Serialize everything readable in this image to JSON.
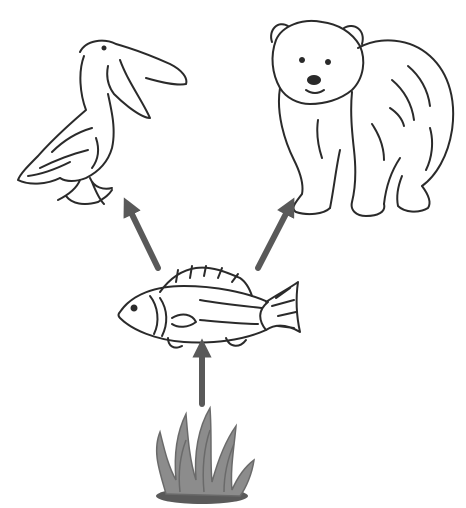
{
  "diagram": {
    "type": "food-web",
    "organisms": [
      {
        "id": "pelican",
        "icon": "pelican-icon"
      },
      {
        "id": "bear",
        "icon": "bear-icon"
      },
      {
        "id": "fish",
        "icon": "fish-icon"
      },
      {
        "id": "algae",
        "icon": "algae-icon"
      }
    ],
    "energy_flow": [
      {
        "from": "algae",
        "to": "fish"
      },
      {
        "from": "fish",
        "to": "pelican"
      },
      {
        "from": "fish",
        "to": "bear"
      }
    ],
    "colors": {
      "arrow": "#595959",
      "outline": "#2a2a2a",
      "algae": "#8c8c8c",
      "background": "#ffffff"
    }
  }
}
